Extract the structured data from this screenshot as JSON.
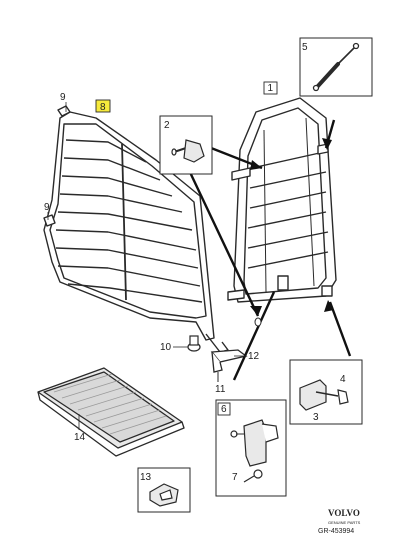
{
  "callouts": {
    "c1": "1",
    "c2": "2",
    "c3": "3",
    "c4": "4",
    "c5": "5",
    "c6": "6",
    "c7": "7",
    "c8": "8",
    "c9a": "9",
    "c9b": "9",
    "c10": "10",
    "c11": "11",
    "c12": "12",
    "c13": "13",
    "c14": "14"
  },
  "footer": {
    "brand": "VOLVO",
    "brand_sub": "GENUINE PARTS",
    "ref": "GR-453994"
  },
  "colors": {
    "line": "#2a2a2a",
    "highlight": "#f6ea3c",
    "panel_fill": "#e9e9e9",
    "soft_fill": "#d9d9d9"
  },
  "icons": {
    "gas_strut": "gas-strut-icon",
    "knob": "knob-icon",
    "bracket": "bracket-icon",
    "latch": "latch-icon",
    "key": "key-icon",
    "clip": "clip-icon",
    "tray": "cargo-tray-icon",
    "grille": "dog-grille-icon",
    "frame": "seat-frame-icon"
  }
}
